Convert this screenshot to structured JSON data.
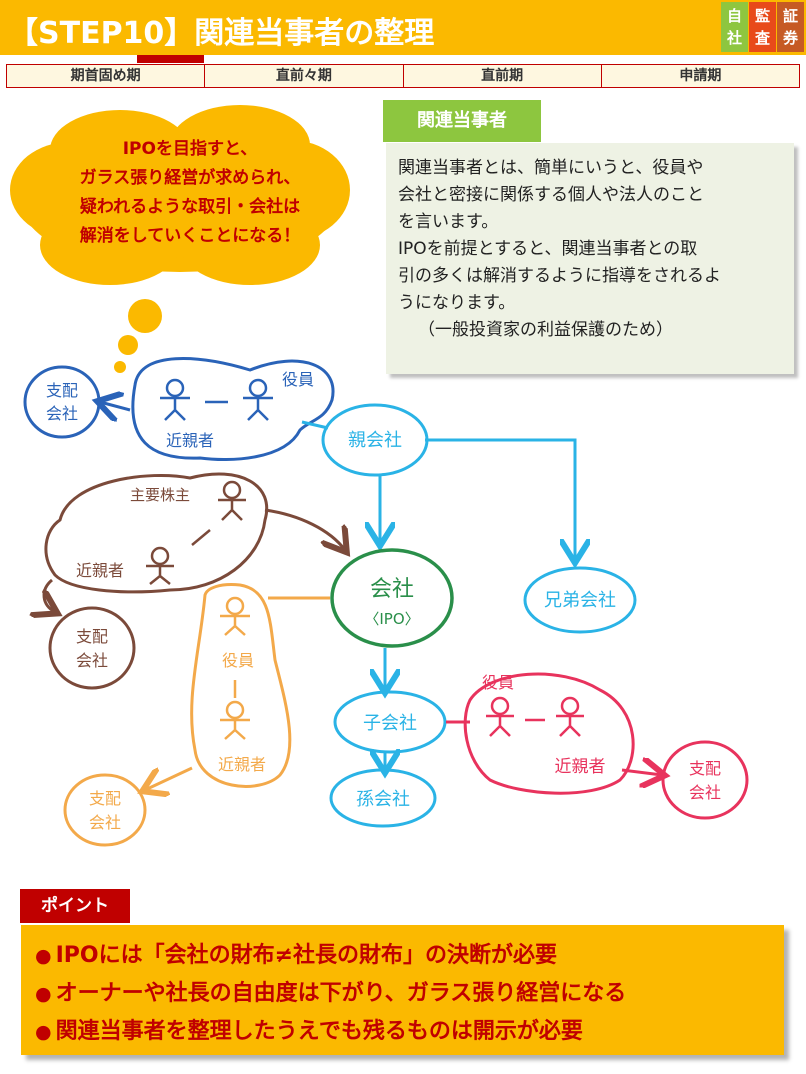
{
  "header": {
    "title": "【STEP10】関連当事者の整理",
    "badges": [
      "自社",
      "監査",
      "証券"
    ]
  },
  "phases": [
    "期首固め期",
    "直前々期",
    "直前期",
    "申請期"
  ],
  "cloud": {
    "lines": [
      "IPOを目指すと、",
      "ガラス張り経営が求められ、",
      "疑われるような取引・会社は",
      "解消をしていくことになる！"
    ]
  },
  "related_party": {
    "tag": "関連当事者",
    "lines": [
      "関連当事者とは、簡単にいうと、役員や",
      "会社と密接に関係する個人や法人のこと",
      "を言います。",
      "IPOを前提とすると、関連当事者との取",
      "引の多くは解消するように指導をされるよ",
      "うになります。"
    ],
    "note": "（一般投資家の利益保護のため）"
  },
  "diagram": {
    "colors": {
      "blue": "#2a63b8",
      "cyan": "#2ab3e6",
      "brown": "#7b4a3a",
      "green": "#2a8f4a",
      "orange": "#f3a94a",
      "pink": "#e8335d",
      "cloud": "#fbb900"
    },
    "labels": {
      "blue_subsidiary": [
        "支配",
        "会社"
      ],
      "officer": "役員",
      "relative": "近親者",
      "parent": "親会社",
      "major_shareholder": "主要株主",
      "brown_subsidiary": [
        "支配",
        "会社"
      ],
      "company": "会社",
      "company_sub": "〈IPO〉",
      "sibling": "兄弟会社",
      "orange_officer": "役員",
      "orange_relative": "近親者",
      "orange_subsidiary": [
        "支配",
        "会社"
      ],
      "child": "子会社",
      "grandchild": "孫会社",
      "pink_officer": "役員",
      "pink_relative": "近親者",
      "pink_subsidiary": [
        "支配",
        "会社"
      ]
    }
  },
  "points": {
    "tag": "ポイント",
    "items": [
      "IPOには「会社の財布≠社長の財布」の決断が必要",
      "オーナーや社長の自由度は下がり、ガラス張り経営になる",
      "関連当事者を整理したうえでも残るものは開示が必要"
    ]
  }
}
